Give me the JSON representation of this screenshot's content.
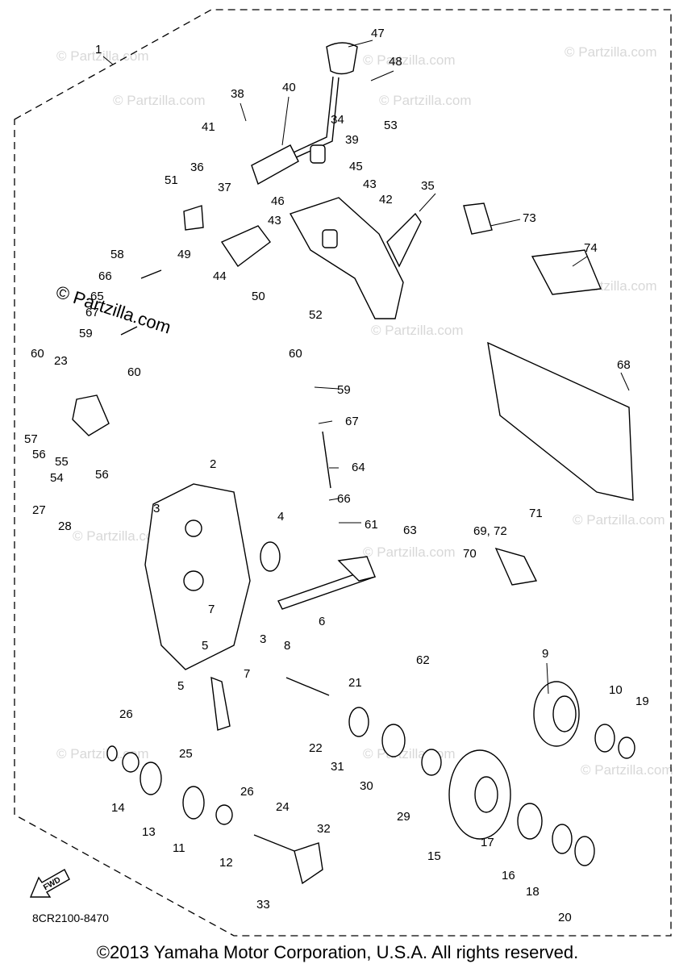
{
  "watermark": {
    "text": "© Partzilla.com",
    "main_text": "© Partzilla.com"
  },
  "diagram": {
    "code": "8CR2100-8470",
    "fwd_label": "FWD",
    "callouts": [
      "1",
      "2",
      "3",
      "3",
      "4",
      "5",
      "5",
      "6",
      "7",
      "7",
      "8",
      "9",
      "10",
      "11",
      "12",
      "13",
      "14",
      "15",
      "16",
      "17",
      "18",
      "19",
      "20",
      "21",
      "22",
      "23",
      "24",
      "25",
      "26",
      "26",
      "27",
      "28",
      "29",
      "30",
      "31",
      "32",
      "33",
      "34",
      "35",
      "36",
      "37",
      "38",
      "39",
      "40",
      "41",
      "42",
      "43",
      "43",
      "44",
      "45",
      "46",
      "47",
      "48",
      "49",
      "50",
      "51",
      "52",
      "53",
      "54",
      "55",
      "56",
      "56",
      "57",
      "58",
      "59",
      "59",
      "60",
      "60",
      "60",
      "61",
      "62",
      "63",
      "64",
      "65",
      "66",
      "66",
      "67",
      "67",
      "68",
      "69, 72",
      "70",
      "71",
      "73",
      "74"
    ]
  },
  "footer": {
    "copyright": "©2013 Yamaha Motor Corporation, U.S.A. All rights reserved."
  }
}
